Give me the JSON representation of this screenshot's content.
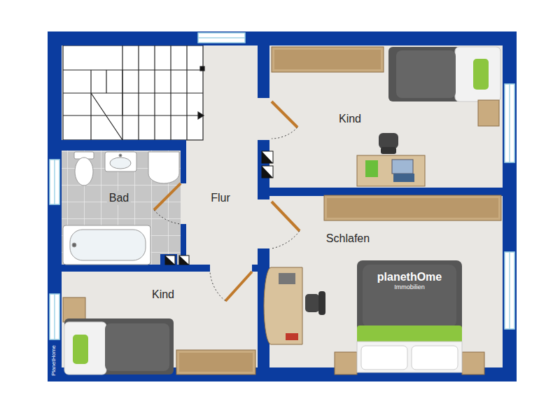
{
  "diagram": {
    "nodes": [
      {
        "text": [
          "Kind"
        ]
      },
      {
        "text": [
          "Bad"
        ]
      },
      {
        "text": [
          "Flur"
        ]
      },
      {
        "text": [
          "Schlafen"
        ]
      },
      {
        "text": [
          "Kind"
        ]
      }
    ],
    "labels": [
      "planethOme",
      "Immobilien",
      "PlanetHome"
    ]
  }
}
